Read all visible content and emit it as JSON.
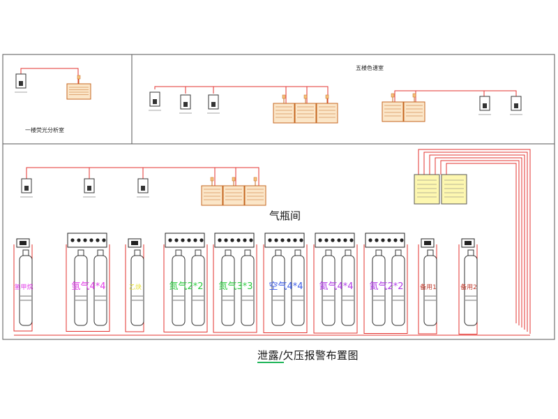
{
  "colors": {
    "wire": "#e3302d",
    "frame": "#444444",
    "panel_fill": "#fbe6c8",
    "panel_stroke": "#c4661f",
    "yellow_panel": "#fdf7b0",
    "cylinder": "#ffffff"
  },
  "rooms": {
    "room1": "一楼荧光分析室",
    "room2": "五楼色谱室",
    "gas_room": "气瓶间"
  },
  "caption": "泄露/欠压报警布置图",
  "gas_groups": [
    {
      "label": "氢甲烷",
      "color": "#e23be8"
    },
    {
      "label": "氩气4*4",
      "color": "#e23be8"
    },
    {
      "label": "乙炔",
      "color": "#e8e23b"
    },
    {
      "label": "氮气2*2",
      "color": "#2ecc40"
    },
    {
      "label": "氮气3*3",
      "color": "#2ecc40"
    },
    {
      "label": "空气4*4",
      "color": "#3b5be8"
    },
    {
      "label": "氦气4*4",
      "color": "#b13be8"
    },
    {
      "label": "氦气2*2",
      "color": "#b13be8"
    },
    {
      "label": "备用1",
      "color": "#c0392b"
    },
    {
      "label": "备用2",
      "color": "#c0392b"
    }
  ]
}
